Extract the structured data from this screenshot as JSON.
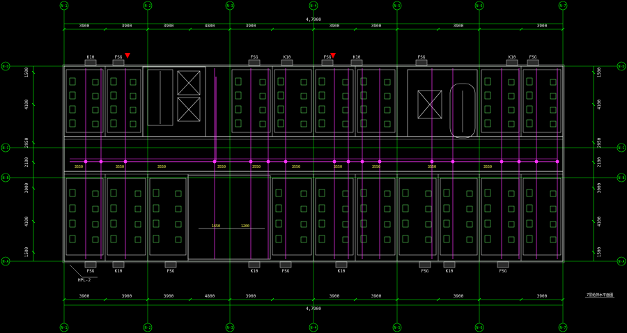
{
  "top_dims": [
    "3900",
    "3900",
    "3900",
    "4800",
    "3900",
    "3900",
    "3900",
    "3900",
    "3900"
  ],
  "bottom_dims": [
    "3900",
    "3900",
    "3900",
    "4800",
    "3900",
    "3900",
    "3900",
    "3900",
    "3900"
  ],
  "total_dim_top": "4,7900",
  "total_dim_bottom": "4,7900",
  "top_axis_labels": [
    "N-1",
    "N-2",
    "N-3",
    "N-4",
    "N-5",
    "N-6",
    "N-7"
  ],
  "bottom_axis_labels": [
    "N-1",
    "N-2",
    "N-3",
    "N-4",
    "N-5",
    "N-6",
    "N-7"
  ],
  "left_axis_labels": [
    "N-D",
    "N-C",
    "N-B",
    "N-A"
  ],
  "right_axis_labels": [
    "N-D",
    "N-C",
    "N-B",
    "N-A"
  ],
  "left_dims": [
    "1500",
    "4100",
    "2950",
    "2100",
    "3000",
    "4100",
    "1500"
  ],
  "right_dims": [
    "1500",
    "4100",
    "2950",
    "2100",
    "3000",
    "4100",
    "1500"
  ],
  "top_vent_labels": [
    "K10",
    "FSG",
    "FSG",
    "K10",
    "FSG",
    "K10",
    "FSG",
    "K10",
    "FSG"
  ],
  "bottom_vent_labels": [
    "FSG",
    "K10",
    "FSG",
    "K10",
    "FSG",
    "K10",
    "FSG",
    "K10",
    "FSG"
  ],
  "corridor_dims": [
    "3550",
    "3550",
    "3550",
    "3550",
    "3550",
    "3550",
    "3550",
    "3550",
    "3550",
    "3550"
  ],
  "lobby_dims": [
    "1650",
    "1200"
  ],
  "plan_caption": "7层给排水平面图",
  "leader_label": "HPL-2",
  "colors": {
    "grid": "#00ff00",
    "wall": "#d8d8d8",
    "pipe": "#ff33ff",
    "fixture": "#66ff66",
    "marker": "#ff0000",
    "dim": "#ffffff"
  }
}
